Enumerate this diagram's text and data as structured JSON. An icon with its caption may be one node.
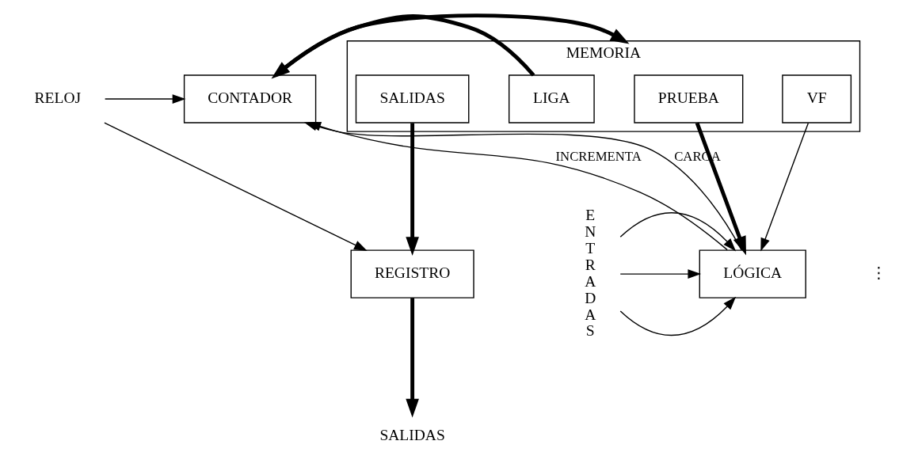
{
  "diagram": {
    "nodes": [
      {
        "text": [
          "CONTADOR"
        ]
      },
      {
        "text": [
          "MEMORIA"
        ]
      },
      {
        "text": [
          "PRUEBA"
        ],
        "in": 1
      },
      {
        "text": [
          "VF"
        ],
        "in": 1
      },
      {
        "text": [
          "LIGA"
        ],
        "in": 1
      },
      {
        "text": [
          "SALIDAS"
        ],
        "in": 1
      },
      {
        "text": [
          "LÓGICA"
        ]
      },
      {
        "text": [
          "REGISTRO"
        ]
      },
      {
        "text": [
          "RELOJ"
        ]
      },
      {
        "text": [
          "SALIDAS"
        ]
      },
      {
        "text": [
          "ENTRADAS"
        ]
      }
    ],
    "edges": [
      {
        "from": 8,
        "to": 0,
        "arrow": "to"
      },
      {
        "from": 8,
        "to": 7,
        "arrow": "to"
      },
      {
        "from": 0,
        "to": 1,
        "arrow": "to",
        "style": "thick"
      },
      {
        "from": 2,
        "to": 6,
        "arrow": "to",
        "style": "thick"
      },
      {
        "from": 3,
        "to": 6,
        "arrow": "to"
      },
      {
        "from": 4,
        "to": 0,
        "arrow": "to",
        "style": "thick"
      },
      {
        "from": 5,
        "to": 7,
        "arrow": "to",
        "style": "thick"
      },
      {
        "from": 7,
        "to": 9,
        "arrow": "to",
        "style": "thick"
      },
      {
        "from": 10,
        "to": 6,
        "arrow": "to"
      },
      {
        "from": 10,
        "to": 6,
        "arrow": "to"
      },
      {
        "from": 10,
        "to": 6,
        "arrow": "to"
      },
      {
        "from": 6,
        "to": 0,
        "arrow": "to",
        "label": "INCREMENTA"
      },
      {
        "from": 6,
        "to": 0,
        "arrow": "to",
        "label": "CARGA"
      }
    ],
    "labels": [
      "⋮"
    ]
  }
}
